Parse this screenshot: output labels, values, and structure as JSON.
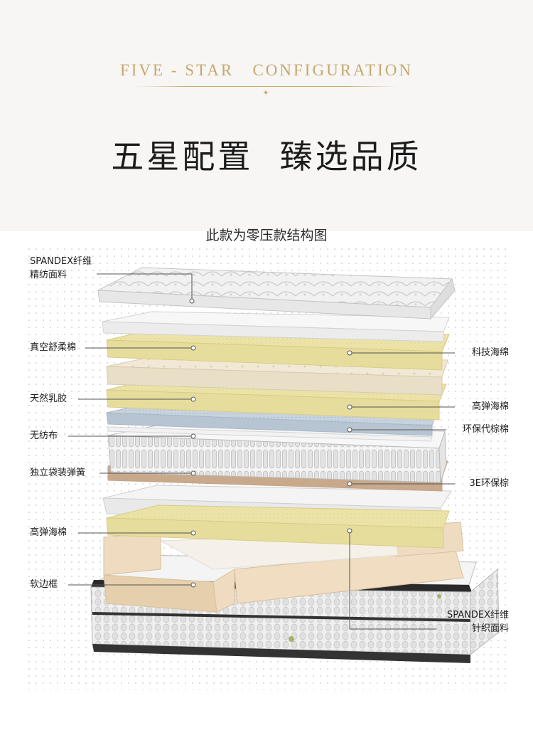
{
  "header": {
    "en_title": "FIVE - STAR   CONFIGURATION",
    "cn_title": "五星配置  臻选品质",
    "subtitle": "此款为零压款结构图"
  },
  "left_labels": [
    {
      "lines": [
        "SPANDEX纤维",
        "精纺面料"
      ]
    },
    {
      "lines": [
        "真空舒柔棉"
      ]
    },
    {
      "lines": [
        "天然乳胶"
      ]
    },
    {
      "lines": [
        "无纺布"
      ]
    },
    {
      "lines": [
        "独立袋装弹簧"
      ]
    },
    {
      "lines": [
        "高弹海棉"
      ]
    },
    {
      "lines": [
        "软边框"
      ]
    }
  ],
  "right_labels": [
    {
      "lines": [
        "科技海绵"
      ]
    },
    {
      "lines": [
        "高弹海棉"
      ]
    },
    {
      "lines": [
        "环保代棕棉"
      ]
    },
    {
      "lines": [
        "3E环保棕"
      ]
    },
    {
      "lines": [
        "SPANDEX纤维",
        "针织面料"
      ]
    }
  ],
  "colors": {
    "gold": "#c6a86e",
    "foam_yellow": "#ece3a8",
    "latex_cream": "#f1e9d6",
    "palm_blue": "#c7d3de",
    "coir_brown": "#d3b497",
    "frame_beige": "#efdcc0",
    "fabric_white": "#f3f3f3"
  }
}
